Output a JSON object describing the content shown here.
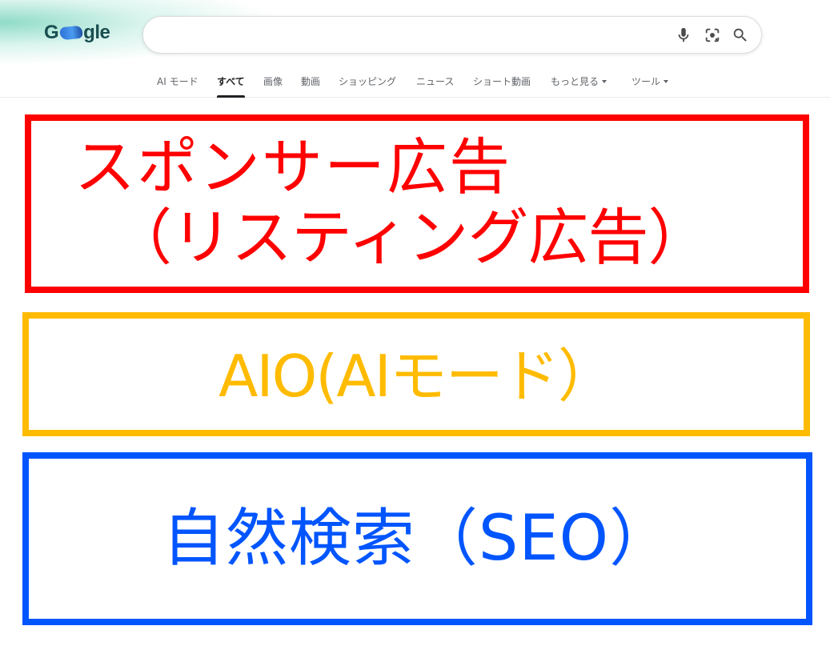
{
  "logo": {
    "text_left": "G",
    "text_right": "gle"
  },
  "search": {
    "value": "",
    "placeholder": ""
  },
  "tabs": [
    {
      "label": "AI モード"
    },
    {
      "label": "すべて",
      "active": true
    },
    {
      "label": "画像"
    },
    {
      "label": "動画"
    },
    {
      "label": "ショッピング"
    },
    {
      "label": "ニュース"
    },
    {
      "label": "ショート動画"
    },
    {
      "label": "もっと見る",
      "dropdown": true
    },
    {
      "label": "ツール",
      "dropdown": true
    }
  ],
  "icons": {
    "mic": "microphone-icon",
    "lens": "google-lens-icon",
    "search": "search-icon"
  },
  "annotations": {
    "sponsored": {
      "line1": "スポンサー広告",
      "line2": "（リスティング広告）",
      "color": "#ff0000"
    },
    "aio": {
      "text": "AIO(AIモード）",
      "color": "#ffbb00"
    },
    "organic": {
      "text": "自然検索（SEO）",
      "color": "#0055ff"
    }
  },
  "colors": {
    "tab_active": "#202124",
    "tab_inactive": "#5f6368"
  }
}
